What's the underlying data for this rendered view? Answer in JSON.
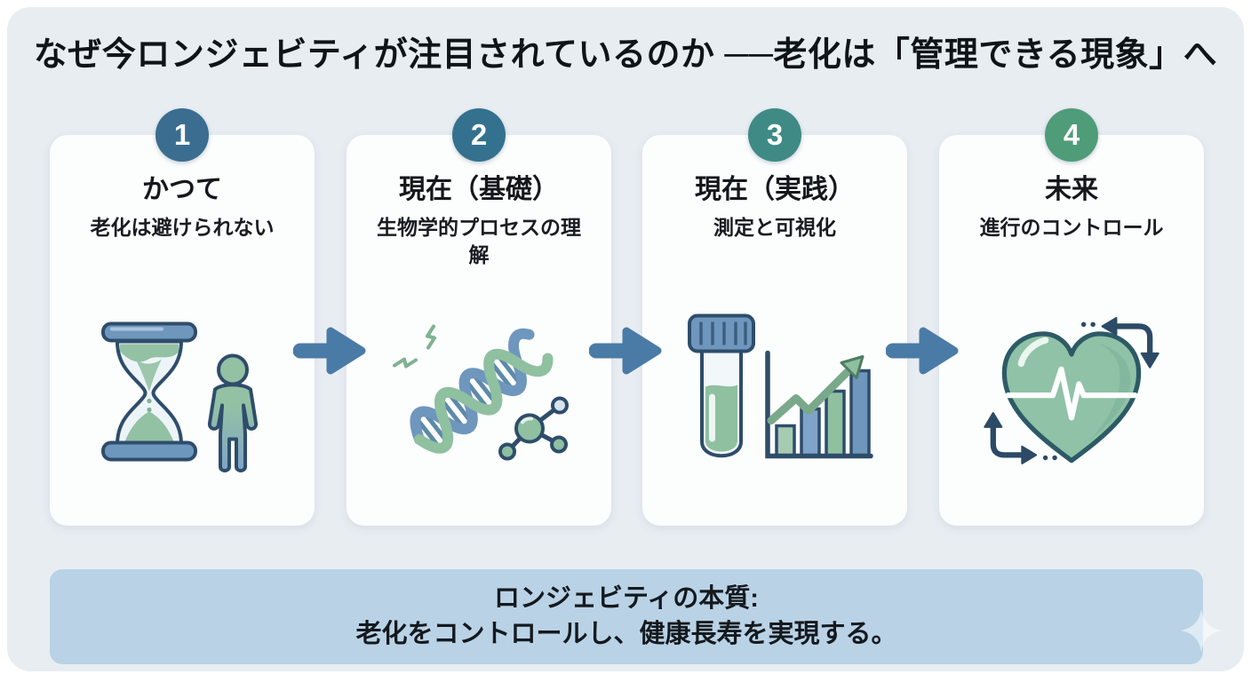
{
  "title": "なぜ今ロンジェビティが注目されているのか ──老化は「管理できる現象」へ",
  "steps": [
    {
      "number": "1",
      "title": "かつて",
      "subtitle": "老化は避けられない",
      "icon": "hourglass-person",
      "badge_color": "#3a6d90"
    },
    {
      "number": "2",
      "title": "現在（基礎）",
      "subtitle": "生物学的プロセスの理解",
      "icon": "dna-molecule",
      "badge_color": "#34718e"
    },
    {
      "number": "3",
      "title": "現在（実践）",
      "subtitle": "測定と可視化",
      "icon": "testtube-chart",
      "badge_color": "#3f8a84"
    },
    {
      "number": "4",
      "title": "未来",
      "subtitle": "進行のコントロール",
      "icon": "heart-pulse-arrows",
      "badge_color": "#4f9c79"
    }
  ],
  "footer": {
    "line1": "ロンジェビティの本質:",
    "line2": "老化をコントロールし、健康長寿を実現する。"
  },
  "colors": {
    "panel_bg": "#e8edf2",
    "card_bg": "#fcfdfd",
    "banner_bg": "#b9d2e6",
    "flow_arrow": "#4a7ba6",
    "icon_blue": "#6f96bd",
    "icon_green": "#8fc0a0",
    "outline_navy": "#2e4d6b",
    "text": "#14181c"
  }
}
